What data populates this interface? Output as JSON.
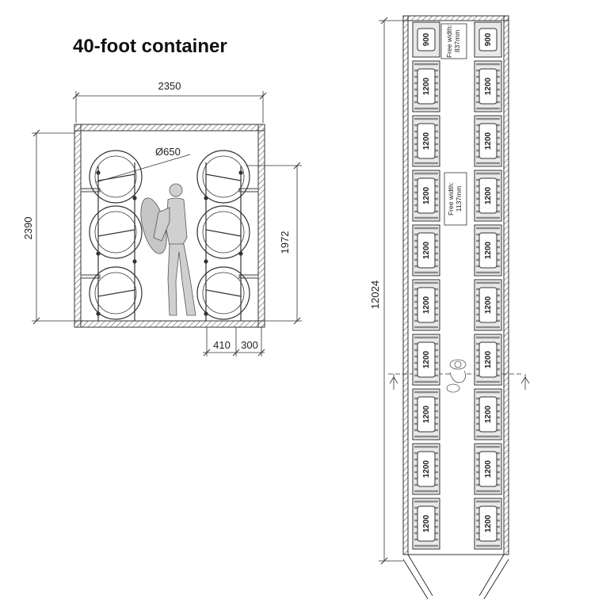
{
  "title": "40-foot container",
  "cross_section": {
    "width": "2350",
    "height": "2390",
    "tyre_diameter": "Ø650",
    "rack_height": "1972",
    "dim_a": "410",
    "dim_b": "300"
  },
  "plan": {
    "length": "12024",
    "free_width_top_1": "Free width:",
    "free_width_top_2": "837mm",
    "free_width_mid_1": "Free width:",
    "free_width_mid_2": "1137mm",
    "top_module_label": "900",
    "module_labels": [
      "1200",
      "1200",
      "1200",
      "1200",
      "1200",
      "1200",
      "1200",
      "1200",
      "1200"
    ]
  },
  "colors": {
    "line": "#333333",
    "tyre_fill": "#8c8c8c",
    "person_fill": "#d0d0d0"
  }
}
